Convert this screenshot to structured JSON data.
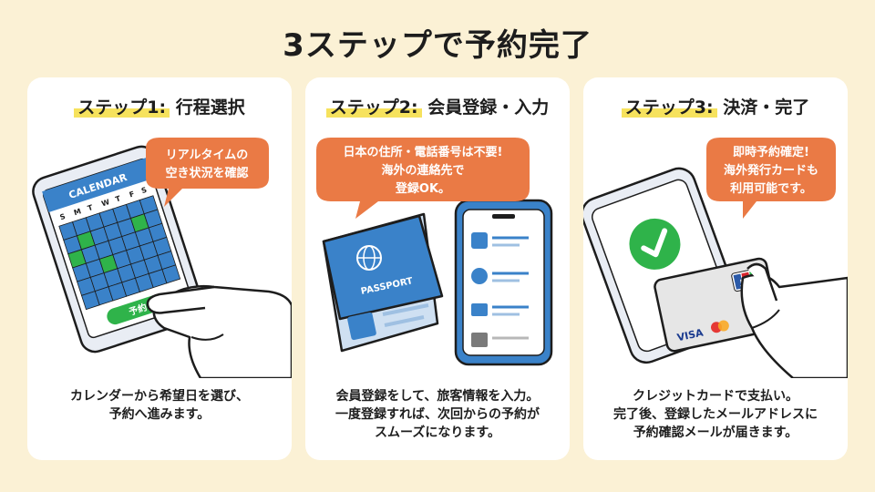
{
  "page_title": "3ステップで予約完了",
  "steps": [
    {
      "label": "ステップ",
      "number": "1",
      "colon": ":",
      "name": "行程選択",
      "bubble": [
        "リアルタイムの",
        "空き状況を確認"
      ],
      "calendar_title": "CALENDAR",
      "calendar_days": [
        "S",
        "M",
        "T",
        "W",
        "T",
        "F",
        "S"
      ],
      "phone_button": "予約",
      "desc": [
        "カレンダーから希望日を選び、",
        "予約へ進みます。"
      ]
    },
    {
      "label": "ステップ",
      "number": "2",
      "colon": ":",
      "name": "会員登録・入力",
      "bubble": [
        "日本の住所・電話番号は不要!",
        "海外の連絡先で",
        "登録OK。"
      ],
      "passport_label": "PASSPORT",
      "desc": [
        "会員登録をして、旅客情報を入力。",
        "一度登録すれば、次回からの予約が",
        "スムーズになります。"
      ]
    },
    {
      "label": "ステップ",
      "number": "3",
      "colon": ":",
      "name": "決済・完了",
      "bubble": [
        "即時予約確定!",
        "海外発行カードも",
        "利用可能です。"
      ],
      "card_brands": [
        "JCB",
        "VISA"
      ],
      "desc": [
        "クレジットカードで支払い。",
        "完了後、登録したメールアドレスに",
        "予約確認メールが届きます。"
      ]
    }
  ],
  "colors": {
    "background": "#fbf1d5",
    "highlight": "#f6e25d",
    "bubble": "#ea7a45",
    "phone_blue": "#3a82c9",
    "accent_green": "#2fb34a"
  }
}
